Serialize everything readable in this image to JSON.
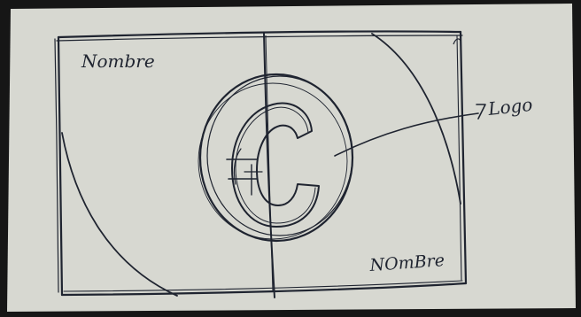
{
  "sketch": {
    "label_top_left": "Nombre",
    "label_bottom_right": "NOmBre",
    "label_logo": "Logo",
    "colors": {
      "paper": "#d7d8d1",
      "ink": "#1f2430",
      "background": "#161616"
    }
  }
}
